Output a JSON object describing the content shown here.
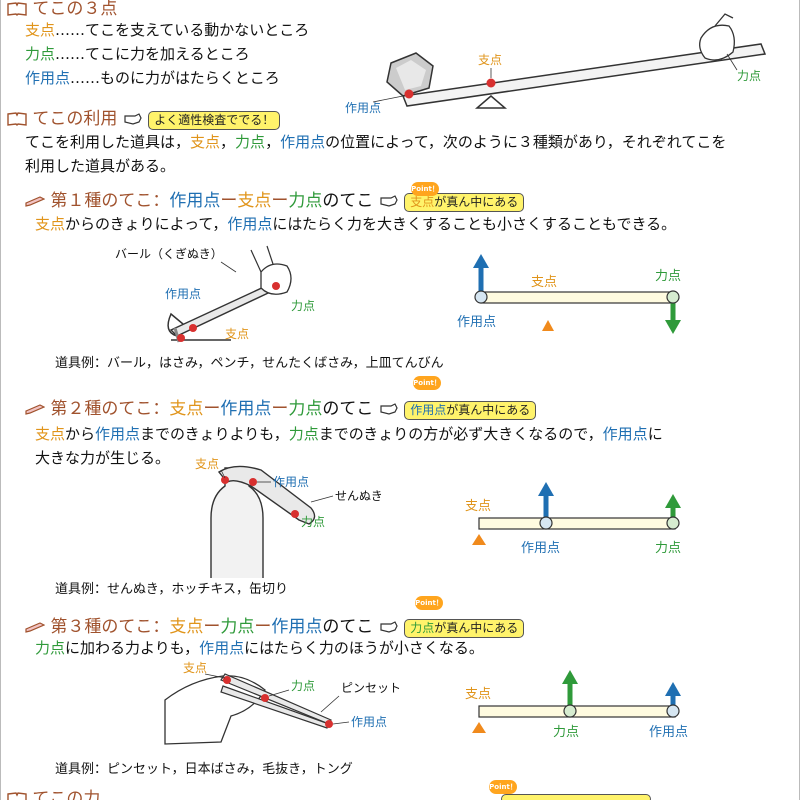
{
  "s1": {
    "title": "てこの３点",
    "fulcrum": "支点",
    "fulcrum_desc": "……てこを支えている動かないところ",
    "effort": "力点",
    "effort_desc": "……てこに力を加えるところ",
    "load": "作用点",
    "load_desc": "……ものに力がはたらくところ"
  },
  "s2": {
    "title": "てこの利用",
    "note": "よく適性検査ででる！",
    "p1a": "てこを利用した道具は，",
    "p1b": "支点",
    "p1c": "，",
    "p1d": "力点",
    "p1e": "，",
    "p1f": "作用点",
    "p1g": "の位置によって，次のように３種類があり，それぞれてこを",
    "p2": "利用した道具がある。"
  },
  "k1": {
    "lead": "第１種のてこ：",
    "a": "作用点",
    "dash1": "ー",
    "b": "支点",
    "dash2": "ー",
    "c": "力点",
    "tail": "のてこ",
    "badge_a": "支点",
    "badge_b": "が真ん中にある",
    "t_a": "支点",
    "t_b": "からのきょりによって，",
    "t_c": "作用点",
    "t_d": "にはたらく力を大きくすることも小さくすることもできる。",
    "tool_label": "バール（くぎぬき）",
    "examples": "道具例：バール，はさみ，ペンチ，せんたくばさみ，上皿てんびん"
  },
  "k2": {
    "lead": "第２種のてこ：",
    "a": "支点",
    "dash1": "ー",
    "b": "作用点",
    "dash2": "ー",
    "c": "力点",
    "tail": "のてこ",
    "badge_a": "作用点",
    "badge_b": "が真ん中にある",
    "t_a": "支点",
    "t_b": "から",
    "t_c": "作用点",
    "t_d": "までのきょりよりも，",
    "t_e": "力点",
    "t_f": "までのきょりの方が必ず大きくなるので，",
    "t_g": "作用点",
    "t_h": "に",
    "t_i": "大きな力が生じる。",
    "tool_label": "せんぬき",
    "examples": "道具例：せんぬき，ホッチキス，缶切り"
  },
  "k3": {
    "lead": "第３種のてこ：",
    "a": "支点",
    "dash1": "ー",
    "b": "力点",
    "dash2": "ー",
    "c": "作用点",
    "tail": "のてこ",
    "badge_a": "力点",
    "badge_b": "が真ん中にある",
    "t_a": "力点",
    "t_b": "に加わる力よりも，",
    "t_c": "作用点",
    "t_d": "にはたらく力のほうが小さくなる。",
    "tool_label": "ピンセット",
    "examples": "道具例：ピンセット，日本ばさみ，毛抜き，トング"
  },
  "s3": {
    "title": "てこの力"
  },
  "labels": {
    "fulcrum": "支点",
    "effort": "力点",
    "load": "作用点"
  },
  "point_badge": "Point！",
  "colors": {
    "fulcrum": "#e0941a",
    "effort": "#2f9a3a",
    "load": "#1f6fb2",
    "heading": "#a0522d",
    "note_bg": "#fff36b"
  },
  "icons": [
    "book-icon",
    "pencil-icon",
    "pointing-hand-icon"
  ]
}
